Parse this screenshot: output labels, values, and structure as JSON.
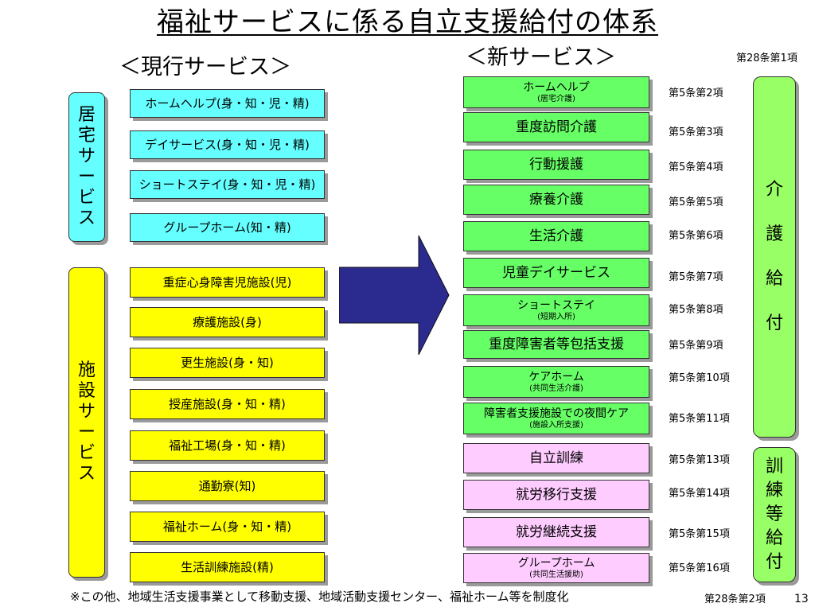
{
  "title": "福祉サービスに係る自立支援給付の体系",
  "current_header": "＜現行サービス＞",
  "new_header": "＜新サービス＞",
  "top_article": "第28条第1項",
  "left": {
    "home_label": [
      "居",
      "宅",
      "サ",
      "ー",
      "ビ",
      "ス"
    ],
    "home_items": [
      "ホームヘルプ(身・知・児・精)",
      "デイサービス(身・知・児・精)",
      "ショートステイ(身・知・児・精)",
      "グループホーム(知・精)"
    ],
    "facility_label": [
      "施",
      "設",
      "サ",
      "ー",
      "ビ",
      "ス"
    ],
    "facility_items": [
      "重症心身障害児施設(児)",
      "療護施設(身)",
      "更生施設(身・知)",
      "授産施設(身・知・精)",
      "福祉工場(身・知・精)",
      "通勤寮(知)",
      "福祉ホーム(身・知・精)",
      "生活訓練施設(精)"
    ]
  },
  "right": {
    "care_items": [
      {
        "main": "ホームヘルプ",
        "sub": "(居宅介護)",
        "article": "第5条第2項"
      },
      {
        "main": "重度訪問介護",
        "sub": "",
        "article": "第5条第3項"
      },
      {
        "main": "行動援護",
        "sub": "",
        "article": "第5条第4項"
      },
      {
        "main": "療養介護",
        "sub": "",
        "article": "第5条第5項"
      },
      {
        "main": "生活介護",
        "sub": "",
        "article": "第5条第6項"
      },
      {
        "main": "児童デイサービス",
        "sub": "",
        "article": "第5条第7項"
      },
      {
        "main": "ショートステイ",
        "sub": "(短期入所)",
        "article": "第5条第8項"
      },
      {
        "main": "重度障害者等包括支援",
        "sub": "",
        "article": "第5条第9項"
      },
      {
        "main": "ケアホーム",
        "sub": "(共同生活介護)",
        "article": "第5条第10項"
      },
      {
        "main": "障害者支援施設での夜間ケア",
        "sub": "(施設入所支援)",
        "article": "第5条第11項"
      }
    ],
    "training_items": [
      {
        "main": "自立訓練",
        "sub": "",
        "article": "第5条第13項"
      },
      {
        "main": "就労移行支援",
        "sub": "",
        "article": "第5条第14項"
      },
      {
        "main": "就労継続支援",
        "sub": "",
        "article": "第5条第15項"
      },
      {
        "main": "グループホーム",
        "sub": "(共同生活援助)",
        "article": "第5条第16項"
      }
    ],
    "care_label": [
      "介",
      "護",
      "給",
      "付"
    ],
    "training_label": [
      "訓",
      "練",
      "等",
      "給",
      "付"
    ]
  },
  "footnote": "※この他、地域生活支援事業として移動支援、地域活動支援センター、福祉ホーム等を制度化",
  "bottom_article": "第28条第2項",
  "page_number": "13",
  "colors": {
    "cyan": "#66ffff",
    "yellow": "#ffff00",
    "green": "#66ff66",
    "pink": "#ffccff",
    "arrow": "#2a2a8f"
  }
}
